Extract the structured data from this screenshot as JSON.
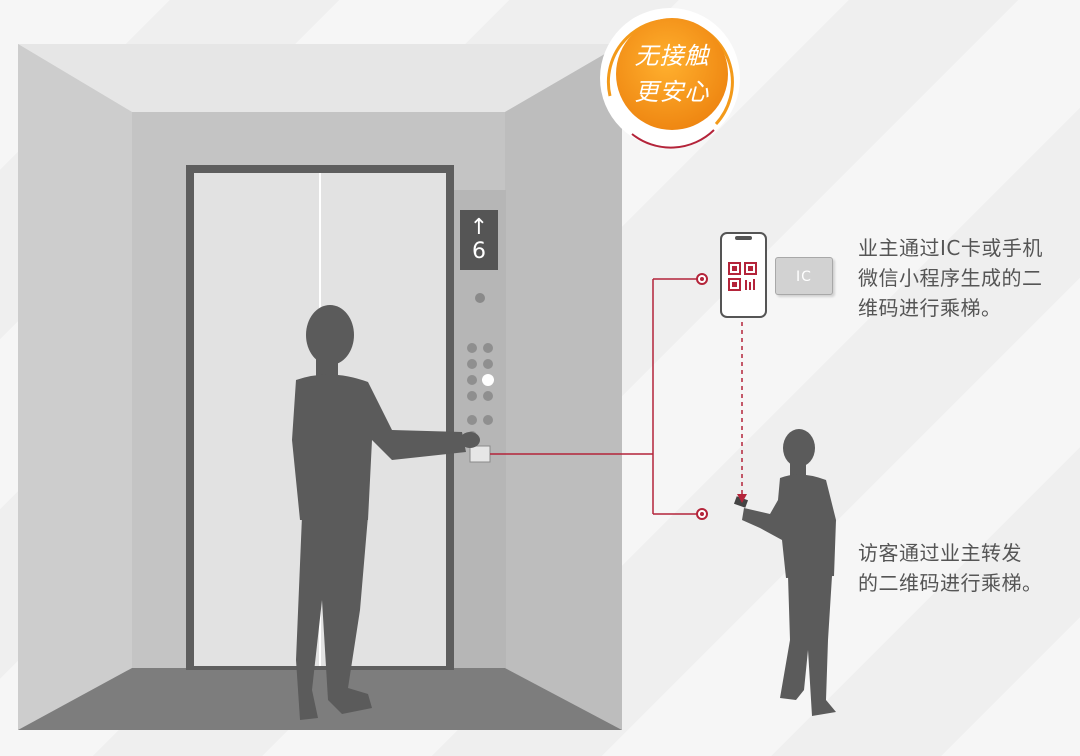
{
  "badge": {
    "line1": "无接触",
    "line2": "更安心",
    "color": "#f39a1a"
  },
  "elevator": {
    "floor_arrow": "↑",
    "floor_number": "6"
  },
  "ic_card": {
    "label": "IC"
  },
  "captions": {
    "owner": {
      "line1": "业主通过IC卡或手机",
      "line2": "微信小程序生成的二",
      "line3": "维码进行乘梯。"
    },
    "visitor": {
      "line1": "访客通过业主转发",
      "line2": "的二维码进行乘梯。"
    }
  },
  "colors": {
    "accent_red": "#b4243a",
    "silhouette": "#5b5b5b",
    "cabin_wall": "#c9c9c9"
  },
  "icons": [
    "qr-code-icon",
    "smartphone-icon",
    "ic-card-icon",
    "person-silhouette-icon"
  ]
}
